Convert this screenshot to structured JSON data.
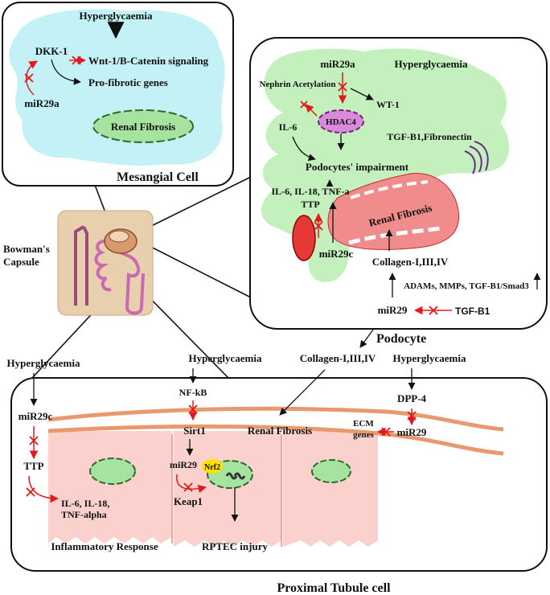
{
  "colors": {
    "mesangial_bg": "#bdeff4",
    "podocyte_bg": "#c3f0bd",
    "fibrosis_red": "#f08c8c",
    "tubule_pink": "#f9c9c4",
    "inhibit_red": "#e31a1c",
    "nucleus_green": "#a6e3a1",
    "hdac_purple": "#d98bd9"
  },
  "mesangial": {
    "hyperglycaemia": "Hyperglycaemia",
    "dkk1": "DKK-1",
    "wnt": "Wnt-1/B-Catenin signaling",
    "profibrotic": "Pro-fibrotic genes",
    "mir": "miR29a",
    "renal_fibrosis": "Renal Fibrosis",
    "title": "Mesangial Cell"
  },
  "podocyte": {
    "mir29a": "miR29a",
    "hyperglycaemia": "Hyperglycaemia",
    "nephrin": "Nephrin Acetylation",
    "wt1": "WT-1",
    "hdac4": "HDAC4",
    "il6": "IL-6",
    "tgf_fibronectin": "TGF-B1,Fibronectin",
    "impairment": "Podocytes' impairment",
    "cytokines": "IL-6, IL-18, TNF-a",
    "ttp": "TTP",
    "renal_fibrosis": "Renal Fibrosis",
    "mir29c": "miR29c",
    "collagen": "Collagen-I,III,IV",
    "adams": "ADAMs, MMPs, TGF-B1/Smad3",
    "mir29": "miR29",
    "tgfb1": "TGF-B1",
    "title": "Podocyte"
  },
  "kidney": {
    "bowman_line1": "Bowman's",
    "bowman_line2": "Capsule"
  },
  "tubule": {
    "hyper_left": "Hyperglycaemia",
    "hyper_mid": "Hyperglycaemia",
    "collagen": "Collagen-I,III,IV",
    "hyper_right": "Hyperglycaemia",
    "mir29c": "miR29c",
    "ttp": "TTP",
    "cytokines_line1": "IL-6, IL-18,",
    "cytokines_line2": "TNF-alpha",
    "inflammatory": "Inflammatory Response",
    "nfkb": "NF-kB",
    "sirt1": "Sirt1",
    "mir29": "miR29",
    "nrf2": "Nrf2",
    "keap1": "Keap1",
    "rptec": "RPTEC injury",
    "renal_fibrosis": "Renal Fibrosis",
    "dpp4": "DPP-4",
    "ecm_line1": "ECM",
    "ecm_line2": "genes",
    "mir29_right": "miR29",
    "title": "Proximal Tubule cell"
  }
}
